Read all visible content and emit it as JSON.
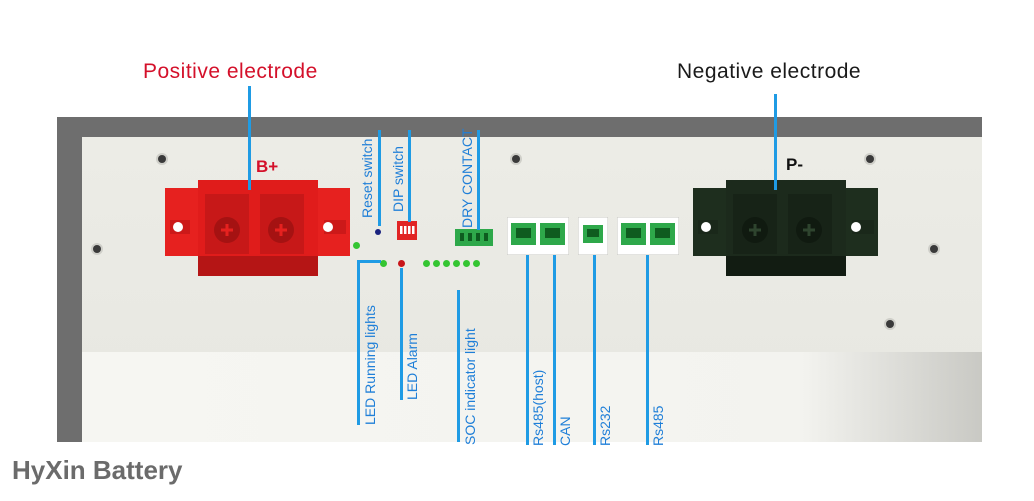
{
  "titles": {
    "positive": "Positive electrode",
    "negative": "Negative electrode"
  },
  "terminals": {
    "positive": "B+",
    "negative": "P-"
  },
  "labels": {
    "reset_switch": "Reset switch",
    "dip_switch": "DIP switch",
    "dry_contact": "DRY CONTACT",
    "led_running": "LED Running lights",
    "led_alarm": "LED Alarm",
    "soc_indicator": "SOC indicator light",
    "rs485_host": "Rs485(host)",
    "can": "CAN",
    "rs232": "Rs232",
    "rs485": "Rs485"
  },
  "brand": "HyXin Battery",
  "colors": {
    "positive_title": "#d4102a",
    "positive_block": "#e6211f",
    "negative_block": "#1e2e1e",
    "leader_line": "#1f9be4",
    "label_text": "#1f7fd8",
    "port_green": "#2ea84a",
    "led_green": "#35c532",
    "led_red": "#c8161a",
    "reset_blue": "#1a237e"
  }
}
